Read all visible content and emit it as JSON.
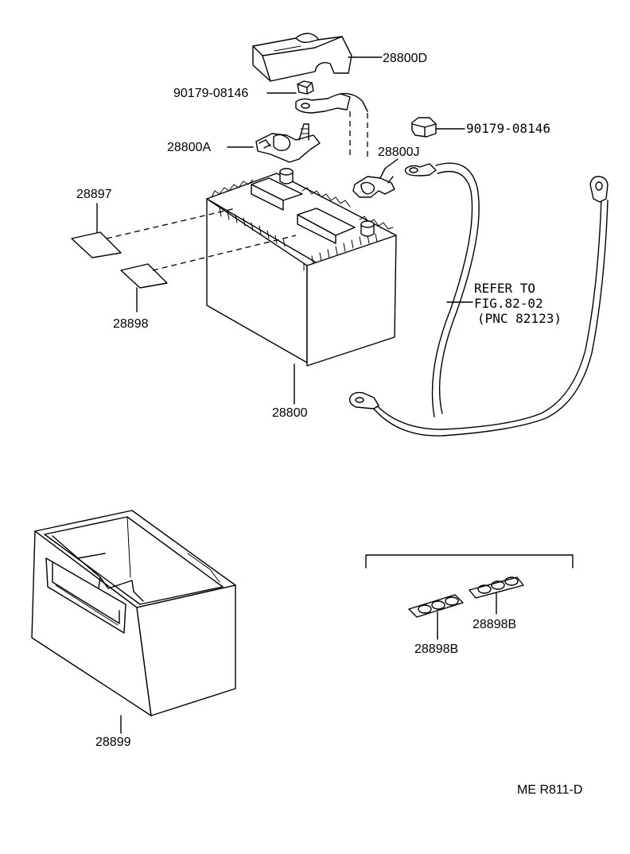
{
  "labels": {
    "cover_28800d": "28800D",
    "nut_top": "90179-08146",
    "terminal_28800a": "28800A",
    "nut_right": "90179-08146",
    "terminal_28800j": "28800J",
    "label_28897": "28897",
    "label_28898": "28898",
    "battery_28800": "28800",
    "refer_line1": "REFER TO",
    "refer_line2": "FIG.82-02",
    "refer_line3": "(PNC 82123)",
    "label_28898b_left": "28898B",
    "label_28898b_right": "28898B",
    "tray_28899": "28899",
    "figure_code": "ME R811-D"
  }
}
